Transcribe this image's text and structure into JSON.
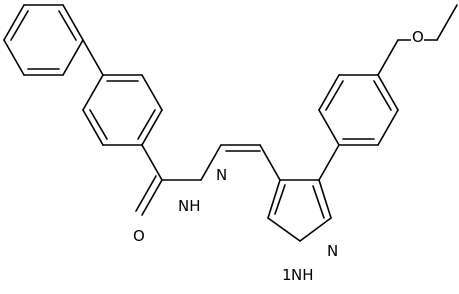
{
  "diagram": {
    "type": "chemical-structure",
    "background_color": "#ffffff",
    "line_color": "#000000",
    "atom_labels": {
      "carbonyl_oxygen": "O",
      "amide_nh": "NH",
      "imine_n": "N",
      "pyrazole_n": "N",
      "pyrazole_nh": "NH",
      "pyrazole_nh_locant": "1",
      "methoxy_oxygen": "O"
    }
  }
}
